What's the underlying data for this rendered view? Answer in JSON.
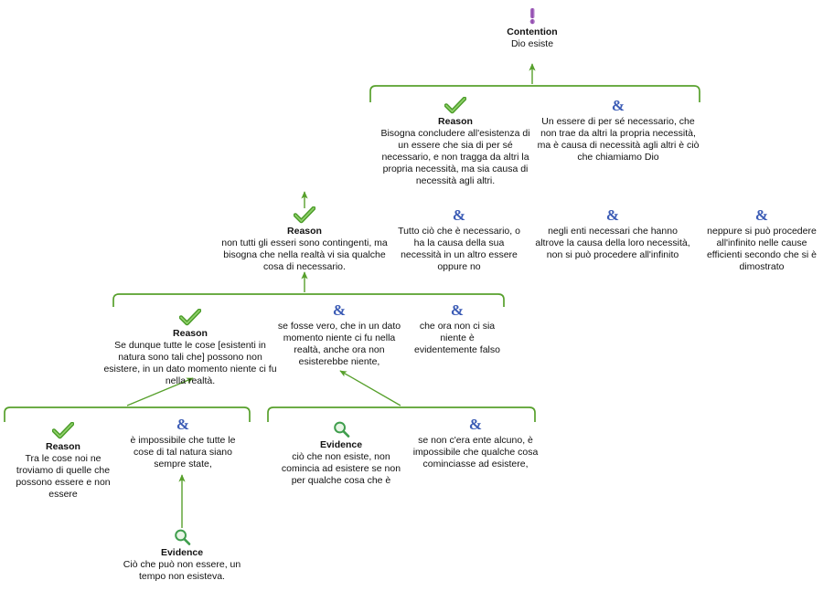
{
  "diagram": {
    "type": "argument-map",
    "language": "it",
    "colors": {
      "reason_green": "#4a9b28",
      "bracket_green": "#57a02c",
      "contention_purple": "#9b59b6",
      "copremise_blue": "#3b5bb5",
      "evidence_green": "#3f9e4d",
      "text": "#111111",
      "background": "#ffffff"
    },
    "icon_names": {
      "contention": "exclamation-icon",
      "reason": "check-icon",
      "copremise": "ampersand-icon",
      "evidence": "magnifier-icon"
    },
    "labels": {
      "contention": "Contention",
      "reason": "Reason",
      "evidence": "Evidence"
    }
  },
  "nodes": [
    {
      "id": "n1",
      "kind": "contention",
      "icon": "exclamation-icon",
      "title": "Contention",
      "text": "Dio esiste"
    },
    {
      "id": "n2",
      "kind": "reason",
      "icon": "check-icon",
      "title": "Reason",
      "text": "Bisogna concludere all'esistenza di un essere che sia di per sé necessario, e non tragga da altri la propria necessità, ma sia causa di necessità agli altri."
    },
    {
      "id": "n3",
      "kind": "copremise",
      "icon": "ampersand-icon",
      "title": "",
      "text": "Un essere di per sé necessario, che non  trae da altri la propria necessità, ma è causa di necessità agli altri è ciò che chiamiamo Dio"
    },
    {
      "id": "n4",
      "kind": "reason",
      "icon": "check-icon",
      "title": "Reason",
      "text": "non tutti gli esseri sono contingenti, ma bisogna che nella realtà vi sia qualche cosa di necessario."
    },
    {
      "id": "n5",
      "kind": "copremise",
      "icon": "ampersand-icon",
      "title": "",
      "text": "Tutto ciò che è necessario, o ha la causa della sua necessità in un altro essere oppure no"
    },
    {
      "id": "n6",
      "kind": "copremise",
      "icon": "ampersand-icon",
      "title": "",
      "text": "negli enti necessari che hanno altrove la causa della loro necessità, non si può procedere all'infinito"
    },
    {
      "id": "n7",
      "kind": "copremise",
      "icon": "ampersand-icon",
      "title": "",
      "text": "neppure si può procedere all'infinito nelle cause efficienti secondo che si è dimostrato"
    },
    {
      "id": "n8",
      "kind": "reason",
      "icon": "check-icon",
      "title": "Reason",
      "text": "Se dunque tutte le cose [esistenti in natura sono tali che] possono non esistere, in un dato momento niente ci fu nella realtà."
    },
    {
      "id": "n9",
      "kind": "copremise",
      "icon": "ampersand-icon",
      "title": "",
      "text": "se fosse vero, che in un dato momento niente ci fu nella realtà, anche ora non esisterebbe niente,"
    },
    {
      "id": "n10",
      "kind": "copremise",
      "icon": "ampersand-icon",
      "title": "",
      "text": "che ora non ci sia niente è evidentemente falso"
    },
    {
      "id": "n11",
      "kind": "reason",
      "icon": "check-icon",
      "title": "Reason",
      "text": "Tra le cose noi ne troviamo di quelle che possono essere e non essere"
    },
    {
      "id": "n12",
      "kind": "copremise",
      "icon": "ampersand-icon",
      "title": "",
      "text": "è impossibile che tutte le cose di tal natura siano sempre state,"
    },
    {
      "id": "n13",
      "kind": "evidence",
      "icon": "magnifier-icon",
      "title": "Evidence",
      "text": "ciò che non esiste, non comincia ad esistere se non per qualche cosa che è"
    },
    {
      "id": "n14",
      "kind": "copremise",
      "icon": "ampersand-icon",
      "title": "",
      "text": "se non c'era ente alcuno, è impossibile che qualche cosa cominciasse ad esistere,"
    },
    {
      "id": "n15",
      "kind": "evidence",
      "icon": "magnifier-icon",
      "title": "Evidence",
      "text": "Ciò che può non essere, un tempo non esisteva."
    }
  ]
}
